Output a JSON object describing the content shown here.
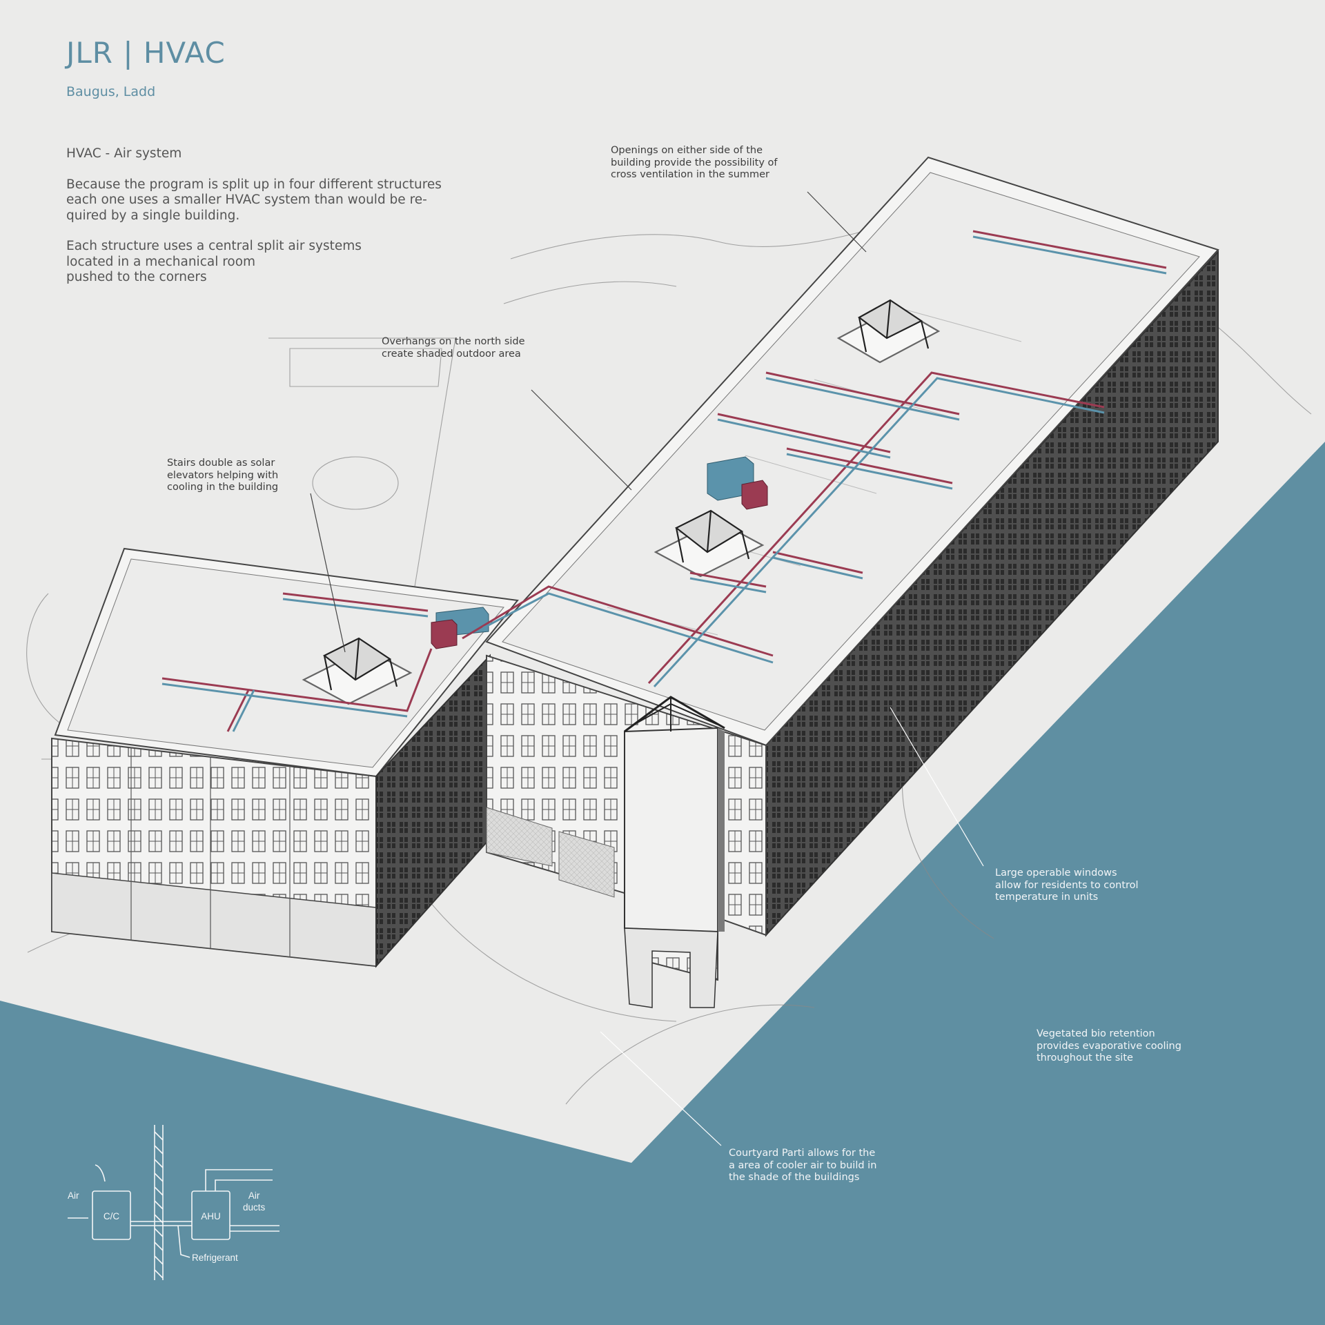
{
  "header": {
    "title": "JLR | HVAC",
    "authors": "Baugus, Ladd"
  },
  "intro": {
    "heading": "HVAC - Air system",
    "paragraph_1": "Because the program is split up in four different structures\neach one uses a smaller HVAC system than would be re-\nquired by a single building.",
    "paragraph_2": "Each structure uses a central split air systems\nlocated in a mechanical room\npushed to the corners"
  },
  "annotations": {
    "openings": "Openings on either side of the\nbuilding provide the possibility of\ncross ventilation in the summer",
    "overhangs": "Overhangs on the north side\ncreate shaded outdoor area",
    "stairs": "Stairs double as solar\nelevators helping with\ncooling in the building",
    "windows": "Large operable windows\nallow for residents to control\ntemperature in units",
    "bio_retention": "Vegetated bio retention\nprovides evaporative cooling\nthroughout the site",
    "courtyard": "Courtyard Parti allows for the\na area of cooler air to build in\nthe shade of the buildings"
  },
  "schematic": {
    "air_label": "Air",
    "cc_label": "C/C",
    "ahu_label": "AHU",
    "ducts_label": "Air\nducts",
    "refrigerant_label": "Refrigerant"
  },
  "colors": {
    "background": "#ebebea",
    "accent_blue": "#5e8ea3",
    "supply_duct": "#5b93ab",
    "return_duct": "#9b3b52",
    "facade_dark": "#5a5a5a"
  }
}
